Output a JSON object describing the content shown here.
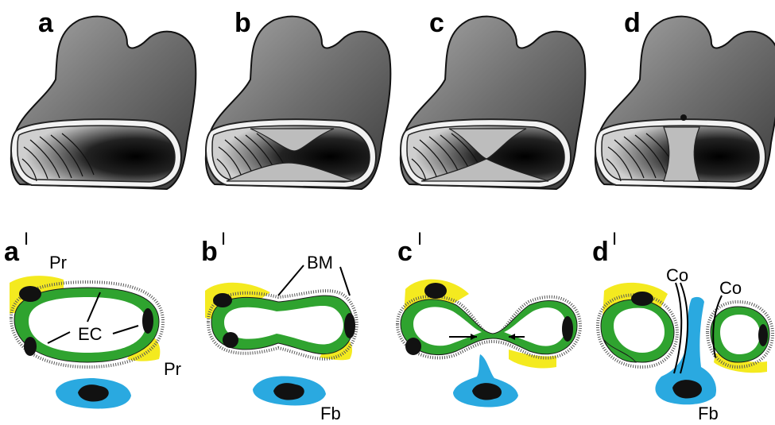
{
  "panels_top": [
    {
      "letter": "a"
    },
    {
      "letter": "b"
    },
    {
      "letter": "c"
    },
    {
      "letter": "d"
    }
  ],
  "panels_bottom": [
    {
      "letter": "a",
      "prime": "I"
    },
    {
      "letter": "b",
      "prime": "I"
    },
    {
      "letter": "c",
      "prime": "I"
    },
    {
      "letter": "d",
      "prime": "I"
    }
  ],
  "labels": {
    "pr": "Pr",
    "ec": "EC",
    "bm": "BM",
    "fb": "Fb",
    "co": "Co"
  },
  "colors": {
    "endothelium": "#2fa32f",
    "pericyte": "#f4ea1f",
    "fibroblast": "#2aa9e0",
    "nucleus": "#111111"
  }
}
